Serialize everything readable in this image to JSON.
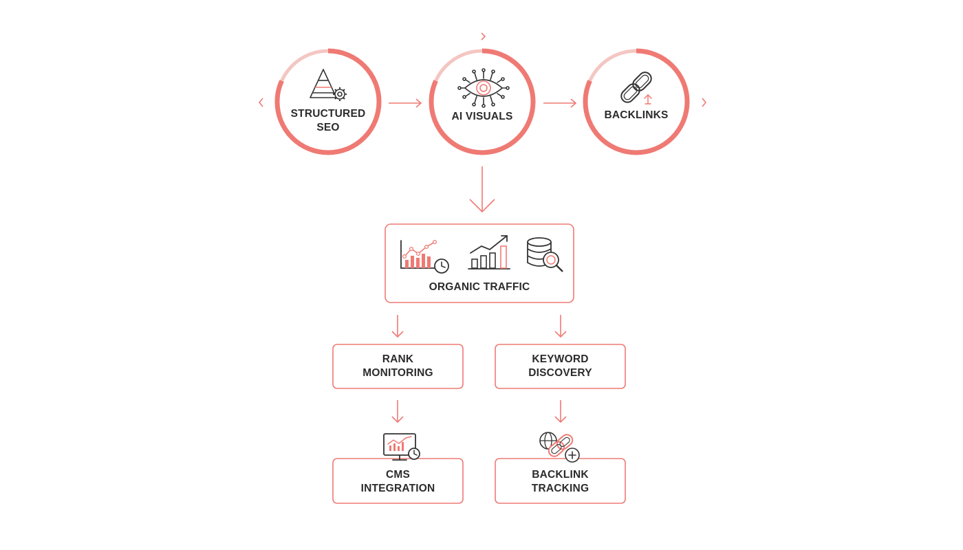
{
  "colors": {
    "accent": "#ef7a74",
    "ring_light": "#f4c6c2",
    "icon_dark": "#333333",
    "text": "#2b2b2b"
  },
  "nodes": {
    "structured_seo": {
      "lines": [
        "STRUCTURED",
        "SEO"
      ],
      "icon": "pyramid-gear-icon"
    },
    "ai_visuals": {
      "label": "AI VISUALS",
      "icon": "eye-circuit-icon"
    },
    "backlinks": {
      "label": "BACKLINKS",
      "icon": "chain-link-icon"
    },
    "organic_traffic": {
      "label": "ORGANIC TRAFFIC",
      "icons": [
        "line-chart-clock-icon",
        "bar-chart-growth-icon",
        "database-search-icon"
      ]
    },
    "rank_monitoring": {
      "lines": [
        "RANK",
        "MONITORING"
      ]
    },
    "keyword_discovery": {
      "lines": [
        "KEYWORD",
        "DISCOVERY"
      ]
    },
    "cms_integration": {
      "lines": [
        "CMS",
        "INTEGRATION"
      ],
      "icon": "monitor-chart-clock-icon"
    },
    "backlink_tracking": {
      "lines": [
        "BACKLINK",
        "TRACKING"
      ],
      "icon": "globe-chain-plus-icon"
    }
  }
}
